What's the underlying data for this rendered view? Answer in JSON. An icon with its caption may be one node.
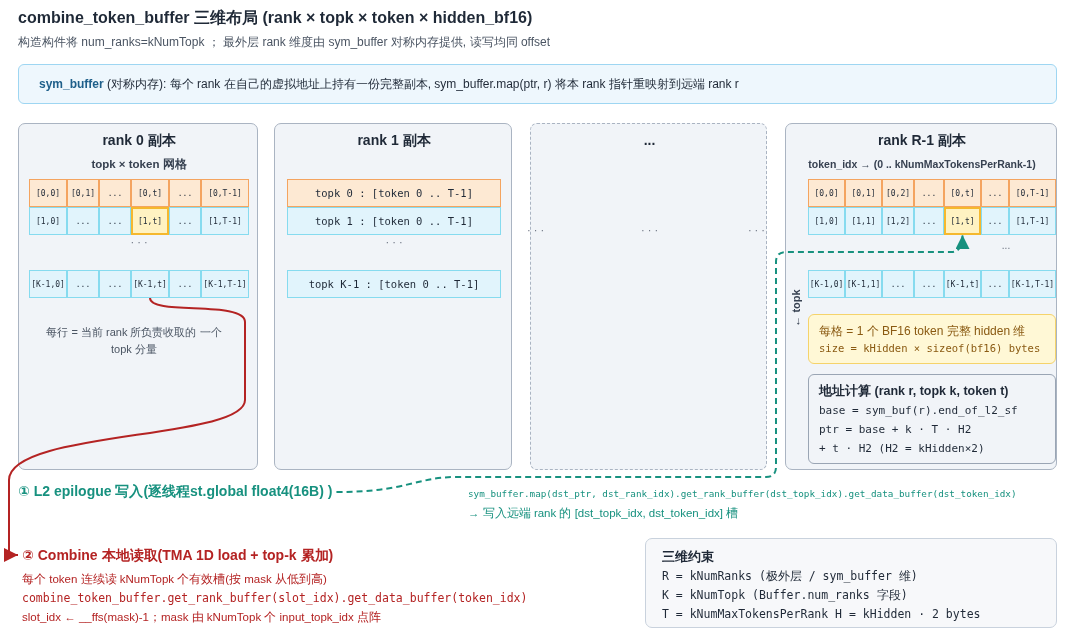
{
  "diagram": {
    "title": "combine_token_buffer 三维布局 (rank × topk × token × hidden_bf16)",
    "nodes": [
      {
        "text": [
          "**sym_buffer** (对称内存): 每个 rank 在自己的虚拟地址上持有一份完整副本, sym_buffer.map(ptr, r) 将本 rank 指针重映射到远端 rank r"
        ]
      },
      {
        "text": [
          "rank 0 副本",
          "topk × token 网格",
          "· · ·",
          "每行 = 当前 rank 所负责收取的 一个 topk 分量"
        ]
      },
      {
        "text": [
          "[0,0]"
        ],
        "in": 1
      },
      {
        "text": [
          "[0,1]"
        ],
        "in": 1
      },
      {
        "text": [
          "..."
        ],
        "in": 1
      },
      {
        "text": [
          "[0,t]"
        ],
        "in": 1
      },
      {
        "text": [
          "..."
        ],
        "in": 1
      },
      {
        "text": [
          "[0,T-1]"
        ],
        "in": 1
      },
      {
        "text": [
          "[1,0]"
        ],
        "in": 1
      },
      {
        "text": [
          "..."
        ],
        "in": 1
      },
      {
        "text": [
          "..."
        ],
        "in": 1
      },
      {
        "text": [
          "[1,t]"
        ],
        "in": 1
      },
      {
        "text": [
          "..."
        ],
        "in": 1
      },
      {
        "text": [
          "[1,T-1]"
        ],
        "in": 1
      },
      {
        "text": [
          "[K-1,0]"
        ],
        "in": 1
      },
      {
        "text": [
          "..."
        ],
        "in": 1
      },
      {
        "text": [
          "..."
        ],
        "in": 1
      },
      {
        "text": [
          "[K-1,t]"
        ],
        "in": 1
      },
      {
        "text": [
          "..."
        ],
        "in": 1
      },
      {
        "text": [
          "[K-1,T-1]"
        ],
        "in": 1
      },
      {
        "text": [
          "rank 1 副本",
          "· · ·"
        ]
      },
      {
        "text": [
          "topk 0 : [token 0 .. T-1]"
        ],
        "in": 20
      },
      {
        "text": [
          "topk 1 : [token 0 .. T-1]"
        ],
        "in": 20
      },
      {
        "text": [
          "topk K-1 : [token 0 .. T-1]"
        ],
        "in": 20
      },
      {
        "text": [
          "...",
          "· · ·",
          "· · ·",
          "· · ·"
        ]
      },
      {
        "text": [
          "rank R-1 副本",
          "token_idx → (0 .. kNumMaxTokensPerRank-1)",
          "← topk",
          "..."
        ]
      },
      {
        "text": [
          "[0,0]"
        ],
        "in": 25
      },
      {
        "text": [
          "[0,1]"
        ],
        "in": 25
      },
      {
        "text": [
          "[0,2]"
        ],
        "in": 25
      },
      {
        "text": [
          "..."
        ],
        "in": 25
      },
      {
        "text": [
          "[0,t]"
        ],
        "in": 25
      },
      {
        "text": [
          "..."
        ],
        "in": 25
      },
      {
        "text": [
          "[0,T-1]"
        ],
        "in": 25
      },
      {
        "text": [
          "[1,0]"
        ],
        "in": 25
      },
      {
        "text": [
          "[1,1]"
        ],
        "in": 25
      },
      {
        "text": [
          "[1,2]"
        ],
        "in": 25
      },
      {
        "text": [
          "..."
        ],
        "in": 25
      },
      {
        "text": [
          "[1,t]"
        ],
        "in": 25
      },
      {
        "text": [
          "..."
        ],
        "in": 25
      },
      {
        "text": [
          "[1,T-1]"
        ],
        "in": 25
      },
      {
        "text": [
          "[K-1,0]"
        ],
        "in": 25
      },
      {
        "text": [
          "[K-1,1]"
        ],
        "in": 25
      },
      {
        "text": [
          "..."
        ],
        "in": 25
      },
      {
        "text": [
          "..."
        ],
        "in": 25
      },
      {
        "text": [
          "[K-1,t]"
        ],
        "in": 25
      },
      {
        "text": [
          "..."
        ],
        "in": 25
      },
      {
        "text": [
          "[K-1,T-1]"
        ],
        "in": 25
      },
      {
        "text": [
          "每格 = 1 个 BF16 token 完整 hidden 维",
          "size = kHidden × sizeof(bf16) bytes"
        ],
        "in": 25
      },
      {
        "text": [
          "地址计算 (rank r, topk k, token t)",
          "base = sym_buf(r).end_of_l2_sf",
          "ptr = base + k · T · H2",
          "+ t · H2 (H2 = kHidden×2)"
        ],
        "in": 25
      },
      {
        "text": [
          "① L2 epilogue 写入(逐线程st.global float4(16B) )"
        ]
      },
      {
        "text": [
          "② Combine 本地读取(TMA 1D load + top-k 累加)",
          "每个 token 连续读 kNumTopk 个有效槽(按 mask 从低到高)",
          "combine_token_buffer.get_rank_buffer(slot_idx).get_data_buffer(token_idx)",
          "slot_idx ← __ffs(mask)-1；mask 由 kNumTopk 个 input_topk_idx 点阵"
        ]
      },
      {
        "text": [
          "三维约束",
          "R = kNumRanks (极外层 / sym_buffer 维)",
          "K = kNumTopk (Buffer.num_ranks 字段)",
          "T = kNumMaxTokensPerRank H = kHidden · 2 bytes"
        ]
      }
    ],
    "edges": [
      {
        "from": 17,
        "to": 50,
        "arrow": "to",
        "color": "#b42323"
      },
      {
        "from": 49,
        "to": 37,
        "arrow": "to",
        "style": "dashed",
        "color": "#17917f"
      }
    ],
    "labels": [
      "构造构件将 num_ranks=kNumTopk ； 最外层 rank 维度由 sym_buffer 对称内存提供, 读写均同 offset",
      "sym_buffer.map(dst_ptr, dst_rank_idx).get_rank_buffer(dst_topk_idx).get_data_buffer(dst_token_idx)",
      "→ 写入远端 rank 的 [dst_topk_idx, dst_token_idx] 槽"
    ]
  }
}
